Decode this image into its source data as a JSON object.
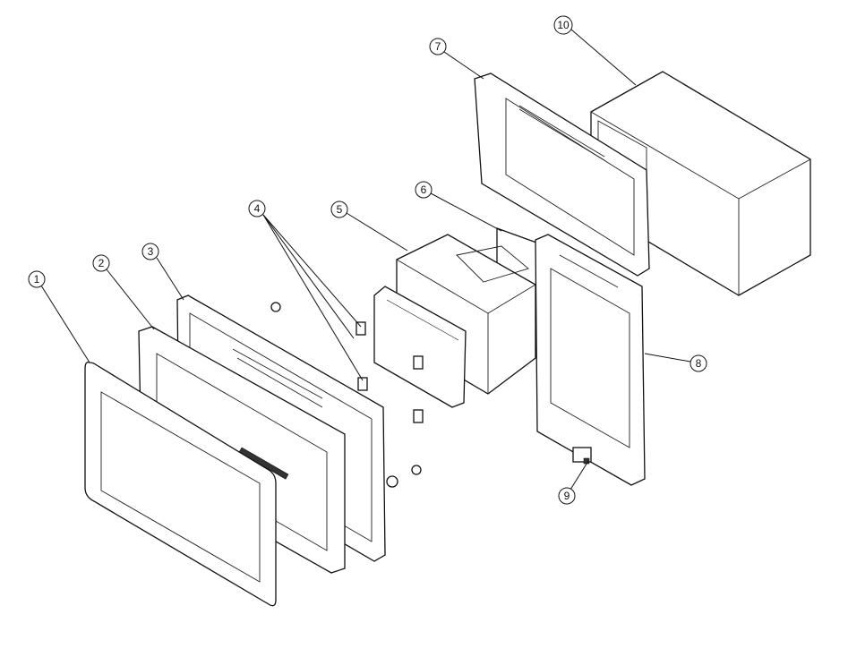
{
  "diagram": {
    "type": "exploded-assembly-view",
    "callouts": [
      {
        "id": "1",
        "label": "1"
      },
      {
        "id": "2",
        "label": "2"
      },
      {
        "id": "3",
        "label": "3"
      },
      {
        "id": "4",
        "label": "4"
      },
      {
        "id": "5",
        "label": "5"
      },
      {
        "id": "6",
        "label": "6"
      },
      {
        "id": "7",
        "label": "7"
      },
      {
        "id": "8",
        "label": "8"
      },
      {
        "id": "9",
        "label": "9"
      },
      {
        "id": "10",
        "label": "10"
      }
    ]
  }
}
